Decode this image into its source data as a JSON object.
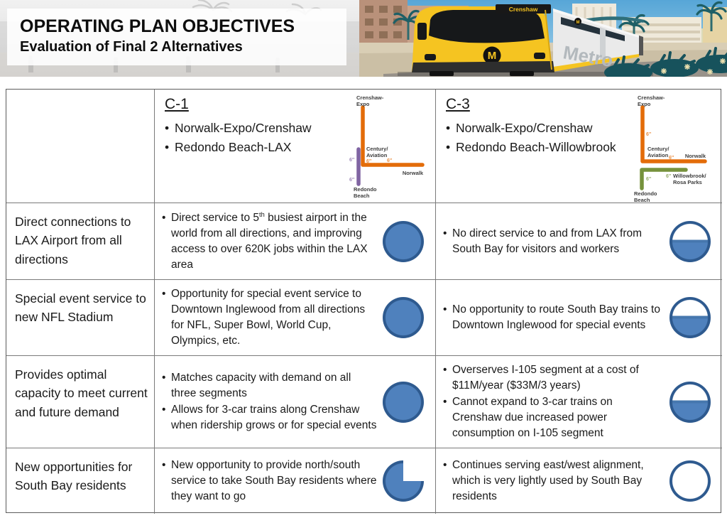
{
  "banner": {
    "title": "OPERATING PLAN OBJECTIVES",
    "subtitle": "Evaluation of Final 2 Alternatives",
    "illustration": {
      "train_destination": "Crenshaw",
      "train_logo": "M",
      "train_brand": "Metro"
    }
  },
  "colors": {
    "harvey_fill": "#4F81BD",
    "harvey_stroke": "#2E5A8F",
    "line_orange": "#E36C09",
    "line_purple": "#8064A2",
    "line_green": "#76923C"
  },
  "alternatives": [
    {
      "title": "C-1",
      "bullets": [
        "Norwalk-Expo/Crenshaw",
        "Redondo Beach-LAX"
      ],
      "diagram": {
        "top1": "Crenshaw-",
        "top2": "Expo",
        "junction1": "Century/",
        "junction2": "Aviation",
        "east": "Norwalk",
        "south1": "Redondo",
        "south2": "Beach",
        "hw_purple_north": "6″",
        "hw_orange_junction": "6″",
        "hw_orange_east": "6″",
        "hw_purple_south": "6″"
      }
    },
    {
      "title": "C-3",
      "bullets": [
        "Norwalk-Expo/Crenshaw",
        "Redondo Beach-Willowbrook"
      ],
      "diagram": {
        "top1": "Crenshaw-",
        "top2": "Expo",
        "junction1": "Century/",
        "junction2": "Aviation",
        "east": "Norwalk",
        "branch1": "Willowbrook/",
        "branch2": "Rosa Parks",
        "south1": "Redondo",
        "south2": "Beach",
        "hw_orange_north": "6″",
        "hw_orange_east": "6″",
        "hw_green_branch": "6″",
        "hw_green_south": "6″"
      }
    }
  ],
  "rows": [
    {
      "label": "Direct connections to LAX Airport from all directions",
      "c1": {
        "bullet_parts": {
          "a": "Direct service to 5",
          "sup": "th",
          "b": " busiest airport in the world from all directions, and improving access to over 620K jobs within the LAX area"
        },
        "rating": "full"
      },
      "c3": {
        "bullets": [
          "No direct service to and from LAX from South Bay for visitors and workers"
        ],
        "rating": "half"
      }
    },
    {
      "label": "Special event service to new NFL Stadium",
      "c1": {
        "bullets": [
          "Opportunity for special event service to Downtown Inglewood from all directions for NFL, Super Bowl, World Cup, Olympics, etc."
        ],
        "rating": "full"
      },
      "c3": {
        "bullets": [
          "No opportunity to route South Bay trains to Downtown Inglewood for special events"
        ],
        "rating": "half"
      }
    },
    {
      "label": "Provides optimal capacity to meet current and future demand",
      "c1": {
        "bullets": [
          "Matches capacity with demand on all three segments",
          "Allows for 3-car trains along Crenshaw when ridership grows or for special events"
        ],
        "rating": "full"
      },
      "c3": {
        "bullets": [
          "Overserves I-105 segment at a cost of $11M/year ($33M/3 years)",
          "Cannot expand to 3-car trains on Crenshaw due increased power consumption on I-105 segment"
        ],
        "rating": "half"
      }
    },
    {
      "label": "New opportunities for South Bay residents",
      "c1": {
        "bullets": [
          "New opportunity to provide north/south service to take South Bay residents where they want to go"
        ],
        "rating": "three_quarter"
      },
      "c3": {
        "bullets": [
          "Continues serving east/west alignment, which is very lightly used by South Bay residents"
        ],
        "rating": "empty"
      }
    }
  ]
}
